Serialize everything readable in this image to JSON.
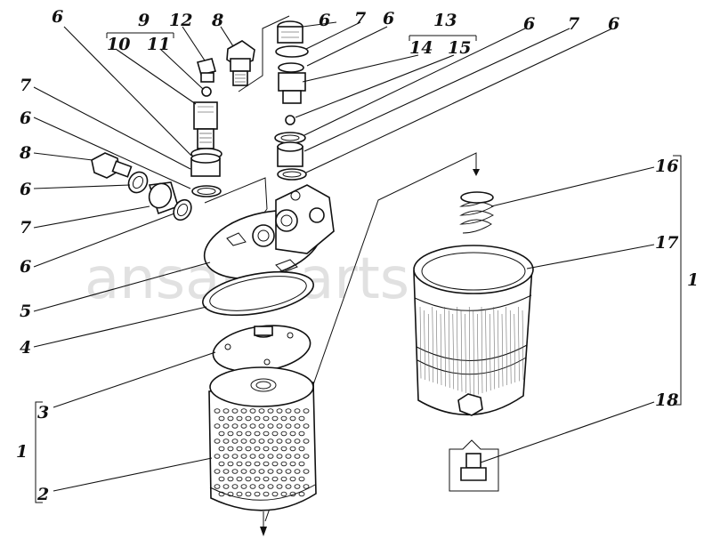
{
  "diagram": {
    "watermark": "ansat-parts.ru",
    "corner_mark": "",
    "labels": {
      "l9": "9",
      "l12": "12",
      "l8top": "8",
      "l6a": "6",
      "l7a": "7",
      "l6b": "6",
      "l13": "13",
      "l6c": "6",
      "l7b": "7",
      "l6d": "6",
      "l10": "10",
      "l11": "11",
      "l14": "14",
      "l15": "15",
      "l6left1": "6",
      "l7left1": "7",
      "l6left2": "6",
      "l8left": "8",
      "l6left3": "6",
      "l7left2": "7",
      "l6left4": "6",
      "l5": "5",
      "l4": "4",
      "l3": "3",
      "l1left": "1",
      "l2": "2",
      "l16": "16",
      "l17": "17",
      "l1right": "1",
      "l18": "18"
    }
  }
}
